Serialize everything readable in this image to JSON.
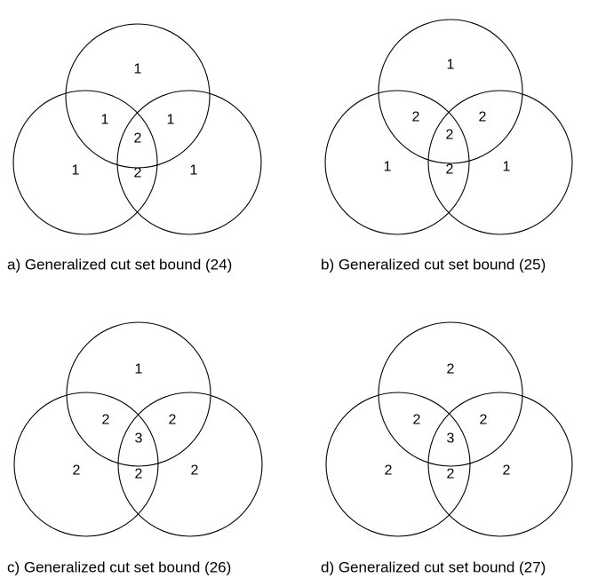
{
  "style": {
    "stroke_color": "#000000",
    "background": "#ffffff"
  },
  "panels": [
    {
      "caption": "a) Generalized cut set bound (24)",
      "regions": {
        "top": "1",
        "left": "1",
        "right": "1",
        "top_left": "1",
        "top_right": "1",
        "left_right": "2",
        "center": "2"
      }
    },
    {
      "caption": "b) Generalized cut set bound (25)",
      "regions": {
        "top": "1",
        "left": "1",
        "right": "1",
        "top_left": "2",
        "top_right": "2",
        "left_right": "2",
        "center": "2"
      }
    },
    {
      "caption": "c) Generalized cut set bound (26)",
      "regions": {
        "top": "1",
        "left": "2",
        "right": "2",
        "top_left": "2",
        "top_right": "2",
        "left_right": "2",
        "center": "3"
      }
    },
    {
      "caption": "d) Generalized cut set bound (27)",
      "regions": {
        "top": "2",
        "left": "2",
        "right": "2",
        "top_left": "2",
        "top_right": "2",
        "left_right": "2",
        "center": "3"
      }
    }
  ]
}
